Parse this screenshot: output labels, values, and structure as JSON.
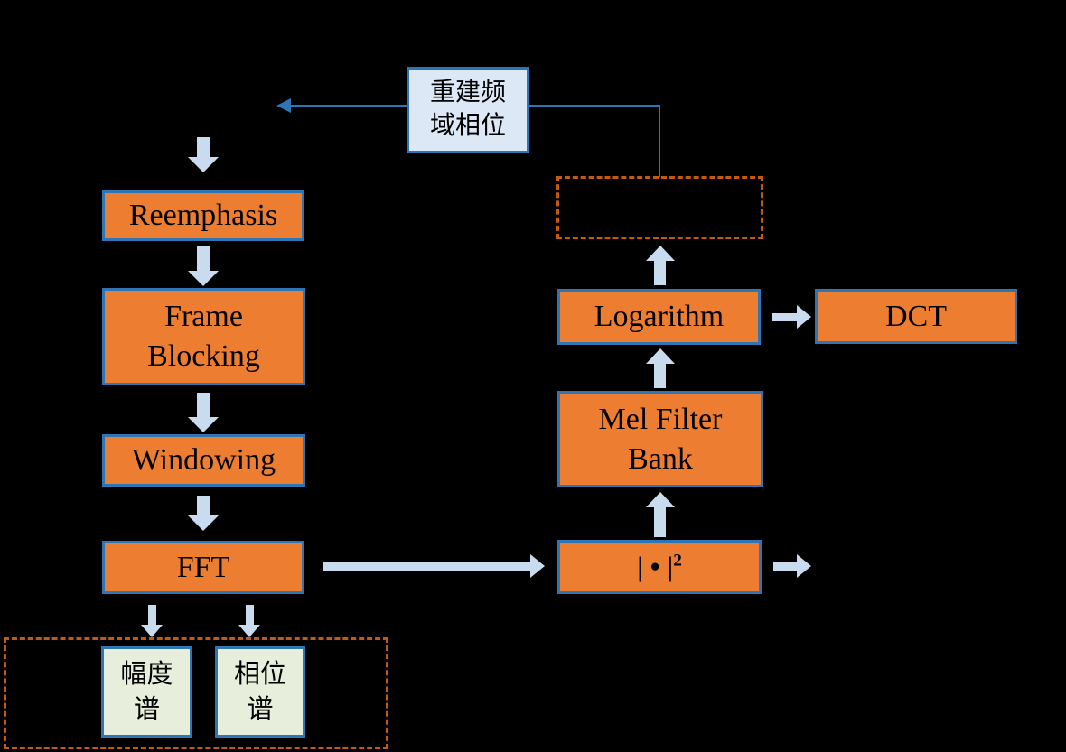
{
  "colors": {
    "background": "#000000",
    "process_fill": "#ED7D31",
    "box_border": "#2E75B6",
    "arrow_fill": "#C9DCEF",
    "connector": "#2E75B6",
    "dashed_border": "#C45911",
    "phase_fill": "#DCE8F5",
    "spectrum_fill": "#E7EFDC",
    "text": "#000000"
  },
  "diagram": {
    "nodes": {
      "rebuild_phase": "重建频\n域相位",
      "reemphasis": "Reemphasis",
      "frame_blocking": "Frame\nBlocking",
      "windowing": "Windowing",
      "fft": "FFT",
      "magnitude_spectrum": "幅度\n谱",
      "phase_spectrum": "相位\n谱",
      "power": {
        "base": "| • |",
        "superscript": "2"
      },
      "mel_filter_bank": "Mel Filter\nBank",
      "logarithm": "Logarithm",
      "dct": "DCT",
      "hidden_output": ""
    }
  }
}
